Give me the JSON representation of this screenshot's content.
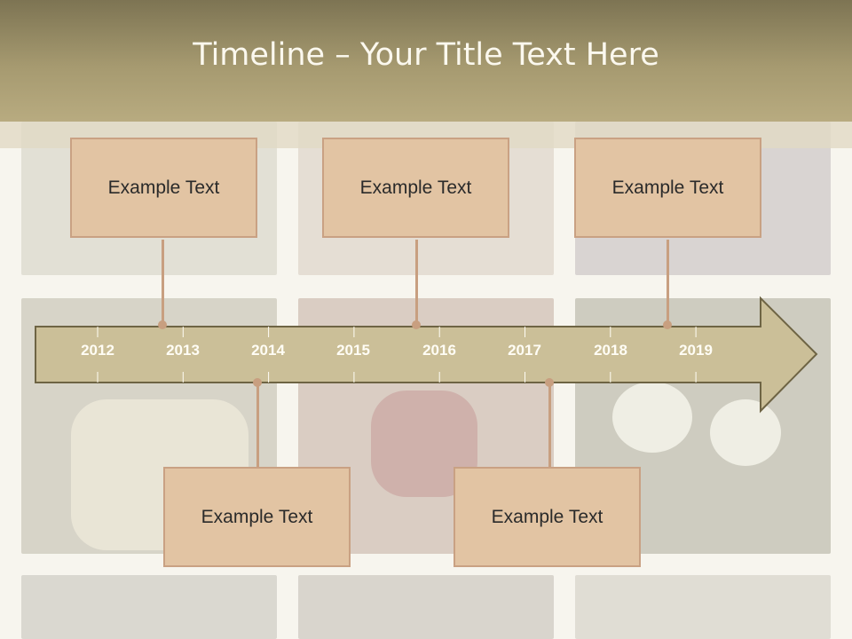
{
  "slide": {
    "title": "Timeline – Your Title Text Here"
  },
  "timeline": {
    "years": [
      "2012",
      "2013",
      "2014",
      "2015",
      "2016",
      "2017",
      "2018",
      "2019"
    ],
    "arrow_color": "#cbbf98",
    "arrow_border": "#6e6444"
  },
  "events_top": [
    {
      "label": "Example Text"
    },
    {
      "label": "Example Text"
    },
    {
      "label": "Example Text"
    }
  ],
  "events_bottom": [
    {
      "label": "Example Text"
    },
    {
      "label": "Example Text"
    }
  ],
  "colors": {
    "header": "#a69a70",
    "box_fill": "#e2c4a3",
    "box_border": "#c9a183",
    "connector": "#c89f80"
  }
}
